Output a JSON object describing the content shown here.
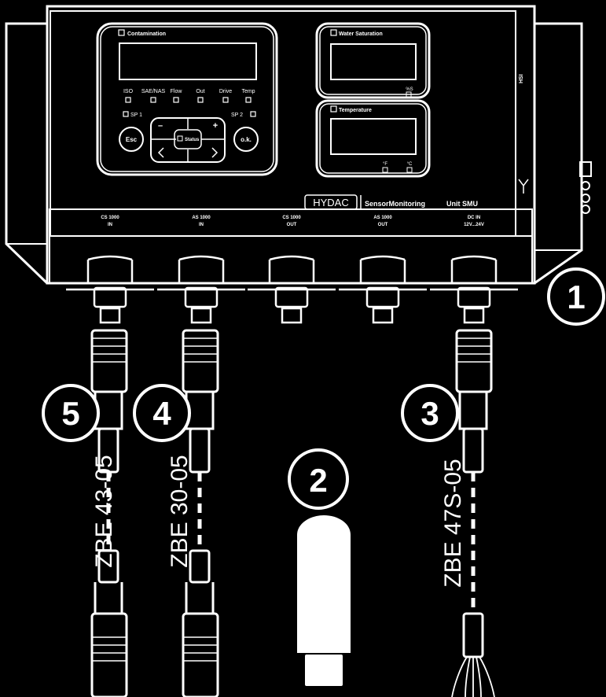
{
  "device": {
    "brand": "HYDAC",
    "product": "SensorMonitoring",
    "unit": "Unit SMU",
    "side_label": "HSI"
  },
  "panel_left": {
    "title": "Contamination",
    "indicators": [
      "ISO",
      "SAE/NAS",
      "Flow",
      "Out",
      "Drive",
      "Temp"
    ],
    "sp1": "SP 1",
    "sp2": "SP 2",
    "minus": "–",
    "plus": "+",
    "status": "Status",
    "esc": "Esc",
    "ok": "o.k."
  },
  "panel_right_top": {
    "title": "Water Saturation",
    "unit": "%S"
  },
  "panel_right_bottom": {
    "title": "Temperature",
    "unit_f": "°F",
    "unit_c": "°C"
  },
  "ports": [
    {
      "line1": "CS 1000",
      "line2": "IN"
    },
    {
      "line1": "AS 1000",
      "line2": "IN"
    },
    {
      "line1": "CS 1000",
      "line2": "OUT"
    },
    {
      "line1": "AS 1000",
      "line2": "OUT"
    },
    {
      "line1": "DC IN",
      "line2": "12V...24V"
    }
  ],
  "callouts": [
    "1",
    "2",
    "3",
    "4",
    "5"
  ],
  "cables": [
    "ZBE 43-05",
    "ZBE 30-05",
    "ZBE 47S-05"
  ]
}
